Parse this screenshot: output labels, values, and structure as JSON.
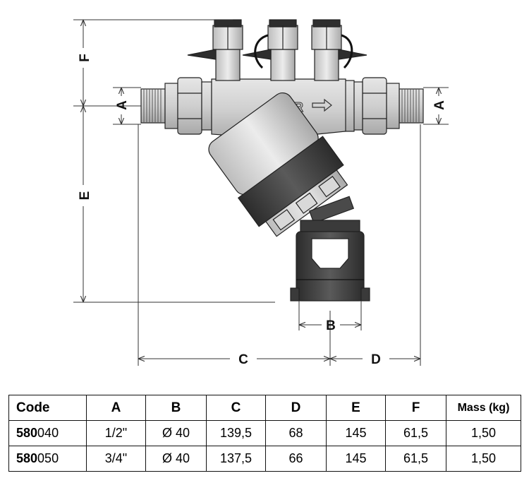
{
  "dimensions": {
    "A_left": "A",
    "A_right": "A",
    "B": "B",
    "C": "C",
    "D": "D",
    "E": "E",
    "F": "F"
  },
  "table": {
    "headers": [
      "Code",
      "A",
      "B",
      "C",
      "D",
      "E",
      "F",
      "Mass (kg)"
    ],
    "rows": [
      {
        "code_bold": "580",
        "code_rest": "040",
        "A": "1/2\"",
        "B": "Ø 40",
        "C": "139,5",
        "D": "68",
        "E": "145",
        "F": "61,5",
        "mass": "1,50"
      },
      {
        "code_bold": "580",
        "code_rest": "050",
        "A": "3/4\"",
        "B": "Ø 40",
        "C": "137,5",
        "D": "66",
        "E": "145",
        "F": "61,5",
        "mass": "1,50"
      }
    ]
  },
  "colors": {
    "body": "#c8c8c8",
    "dark": "#3c3c3c",
    "line": "#222222"
  }
}
